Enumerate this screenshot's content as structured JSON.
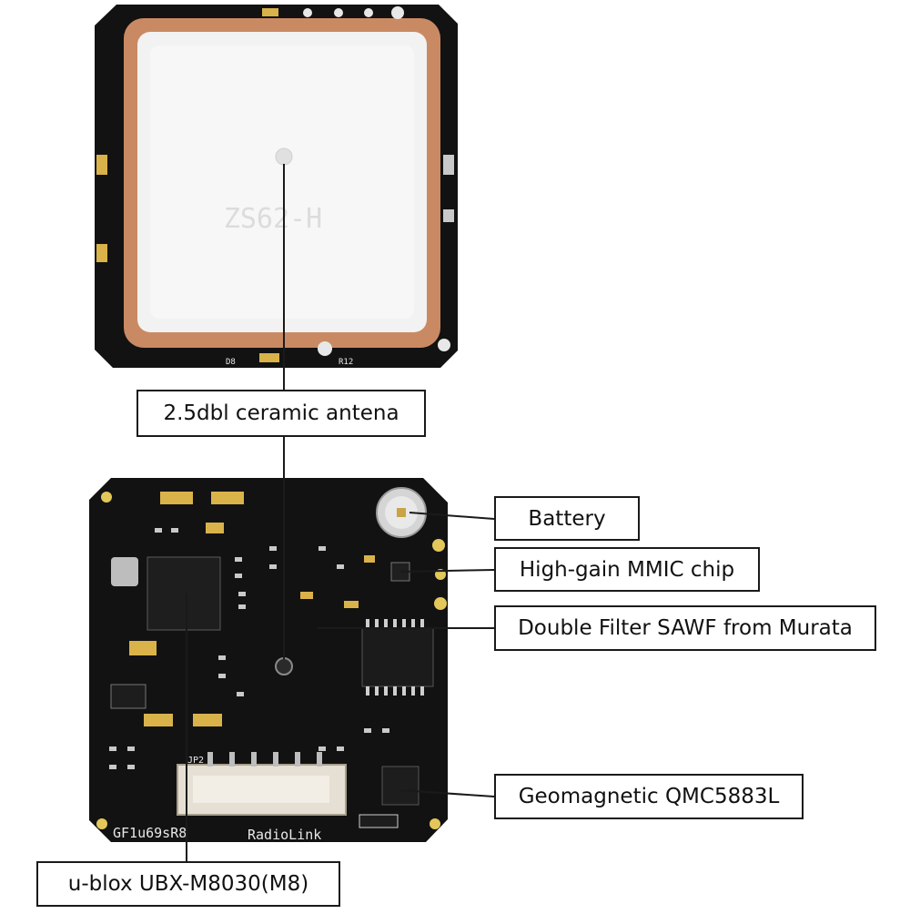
{
  "callouts": {
    "antenna": "2.5dbl ceramic antena",
    "battery": "Battery",
    "mmic": "High-gain MMIC chip",
    "sawf": "Double Filter SAWF from Murata",
    "geomagnetic": "Geomagnetic QMC5883L",
    "ublox": "u-blox UBX-M8030(M8)"
  },
  "board": {
    "silkscreen_left": "GF1u69sR8",
    "silkscreen_right": "RadioLink",
    "connector_label": "JP2",
    "antenna_print": "ZS62-H"
  },
  "colors": {
    "pcb": "#121212",
    "antenna_patch": "#f3f3f3",
    "antenna_ring": "#c98a63",
    "leader_line": "#1a1a1a"
  }
}
